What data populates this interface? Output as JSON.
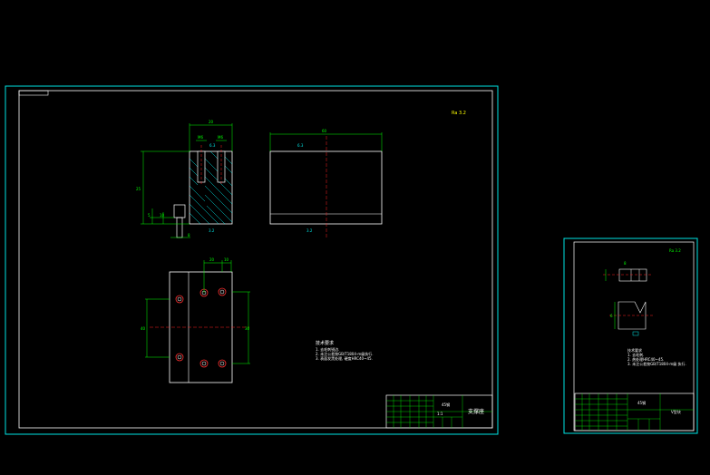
{
  "sheet1": {
    "roughness": "Ra 3.2",
    "front_view": {
      "dim_top": "20",
      "dim_holes_a": "M6",
      "dim_holes_b": "M6",
      "dim_left": "25",
      "dim_small_a": "5",
      "dim_small_b": "10",
      "dim_bottom": "8",
      "roughness_a": "6.3",
      "roughness_b": "3.2"
    },
    "side_view": {
      "dim_top": "60",
      "roughness_a": "6.3",
      "roughness_b": "3.2"
    },
    "top_view": {
      "dim_top_a": "20",
      "dim_top_b": "10",
      "dim_left": "40",
      "dim_right": "30"
    },
    "notes": {
      "title": "技术要求",
      "lines": [
        "1. 去毛刺锐边.",
        "2. 未注公差按GB/T1804-m级执行.",
        "3. 表面发黑处理, 硬度HRC40~45."
      ]
    },
    "title_block": {
      "material": "45钢",
      "name": "支撑座",
      "scale": "1:1"
    }
  },
  "sheet2": {
    "roughness": "Ra 3.2",
    "part_view": {
      "dim_a": "8",
      "dim_b": "6"
    },
    "notes": {
      "title": "技术要求",
      "lines": [
        "1. 去毛刺.",
        "2. 热处理HRC40~45.",
        "3. 未注公差按GB/T1804-m级 执行."
      ]
    },
    "title_block": {
      "material": "45钢",
      "name": "V型块"
    }
  }
}
